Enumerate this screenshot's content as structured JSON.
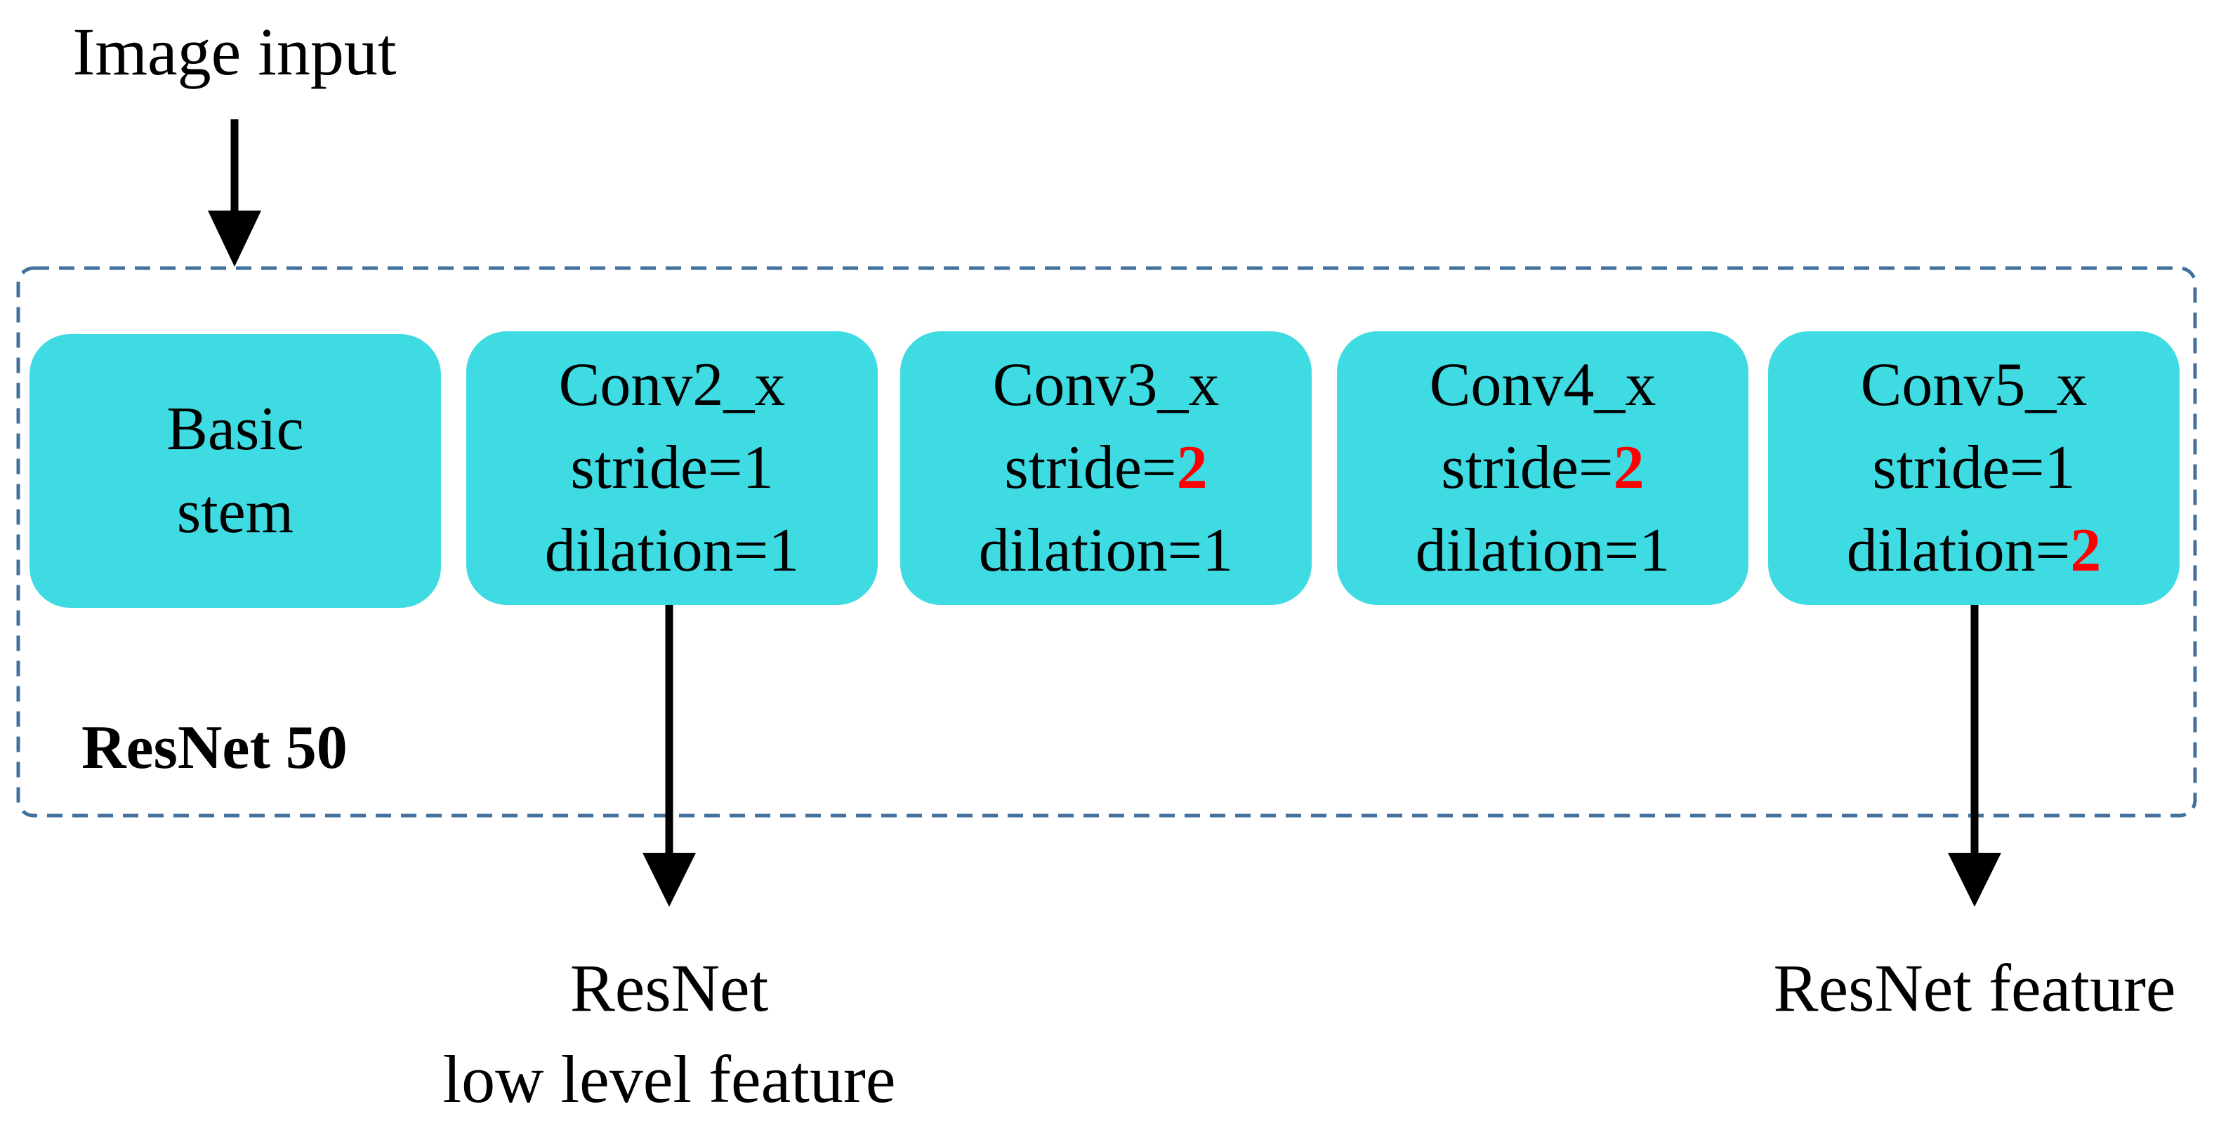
{
  "input_label": "Image input",
  "container_label": "ResNet 50",
  "blocks": [
    {
      "lines": [
        "Basic",
        "stem"
      ]
    },
    {
      "title": "Conv2_x",
      "stride_prefix": "stride=",
      "stride_value": "1",
      "stride_highlight": false,
      "dilation_prefix": "dilation=",
      "dilation_value": "1",
      "dilation_highlight": false
    },
    {
      "title": "Conv3_x",
      "stride_prefix": "stride=",
      "stride_value": "2",
      "stride_highlight": true,
      "dilation_prefix": "dilation=",
      "dilation_value": "1",
      "dilation_highlight": false
    },
    {
      "title": "Conv4_x",
      "stride_prefix": "stride=",
      "stride_value": "2",
      "stride_highlight": true,
      "dilation_prefix": "dilation=",
      "dilation_value": "1",
      "dilation_highlight": false
    },
    {
      "title": "Conv5_x",
      "stride_prefix": "stride=",
      "stride_value": "1",
      "stride_highlight": false,
      "dilation_prefix": "dilation=",
      "dilation_value": "2",
      "dilation_highlight": true
    }
  ],
  "outputs": {
    "low_level_line1": "ResNet",
    "low_level_line2": "low level feature",
    "feature": "ResNet feature"
  },
  "colors": {
    "block_fill": "#3fdbe3",
    "highlight": "#ff0000",
    "dashed_border": "#41719c"
  }
}
